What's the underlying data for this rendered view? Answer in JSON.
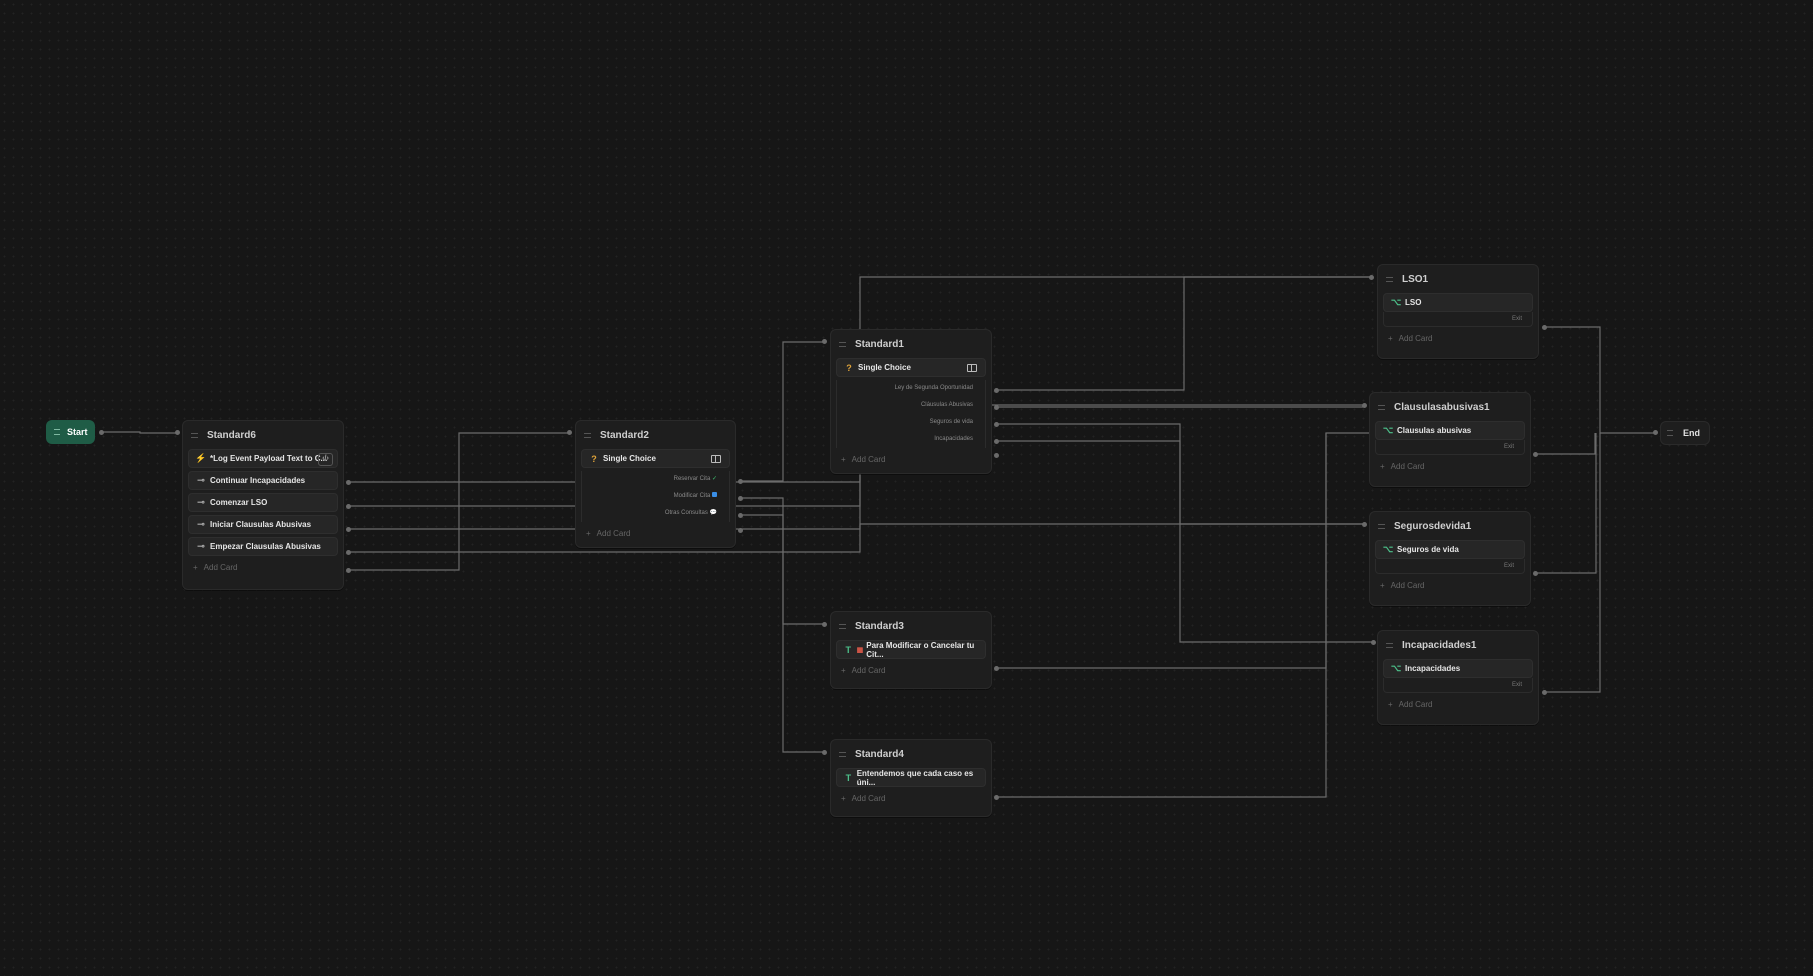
{
  "start": {
    "label": "Start"
  },
  "end": {
    "label": "End"
  },
  "standard6": {
    "title": "Standard6",
    "cards": [
      {
        "label": "*Log Event Payload Text to C..."
      },
      {
        "label": "Continuar Incapacidades"
      },
      {
        "label": "Comenzar LSO"
      },
      {
        "label": "Iniciar Clausulas Abusivas"
      },
      {
        "label": "Empezar Clausulas Abusivas"
      }
    ],
    "add_card": "Add Card"
  },
  "standard2": {
    "title": "Standard2",
    "card": "Single Choice",
    "options": [
      "Reservar Cita",
      "Modificar Cita",
      "Otras Consultas"
    ],
    "add_card": "Add Card"
  },
  "standard1": {
    "title": "Standard1",
    "card": "Single Choice",
    "options": [
      "Ley de Segunda Oportunidad",
      "Cláusulas Abusivas",
      "Seguros de vida",
      "Incapacidades"
    ],
    "add_card": "Add Card"
  },
  "standard3": {
    "title": "Standard3",
    "card": "Para Modificar o Cancelar tu Cit...",
    "add_card": "Add Card"
  },
  "standard4": {
    "title": "Standard4",
    "card": "Entendemos que cada caso es úni...",
    "add_card": "Add Card"
  },
  "lso1": {
    "title": "LSO1",
    "card": "LSO",
    "exit": "Exit",
    "add_card": "Add Card"
  },
  "clausulas1": {
    "title": "Clausulasabusivas1",
    "card": "Clausulas abusivas",
    "exit": "Exit",
    "add_card": "Add Card"
  },
  "seguros1": {
    "title": "Segurosdevida1",
    "card": "Seguros de vida",
    "exit": "Exit",
    "add_card": "Add Card"
  },
  "incap1": {
    "title": "Incapacidades1",
    "card": "Incapacidades",
    "exit": "Exit",
    "add_card": "Add Card"
  },
  "colors": {
    "start_bg": "#1f5c46",
    "wire": "#6b6b6b",
    "check": "#3fbf6f",
    "check_blue": "#3a8ee6"
  },
  "icons": {
    "flow_card": "route-icon",
    "event_card": "lightning-icon",
    "choice_card": "question-icon",
    "text_card": "text-icon",
    "calendar": "calendar-icon",
    "book": "book-icon",
    "code": "code-icon"
  }
}
